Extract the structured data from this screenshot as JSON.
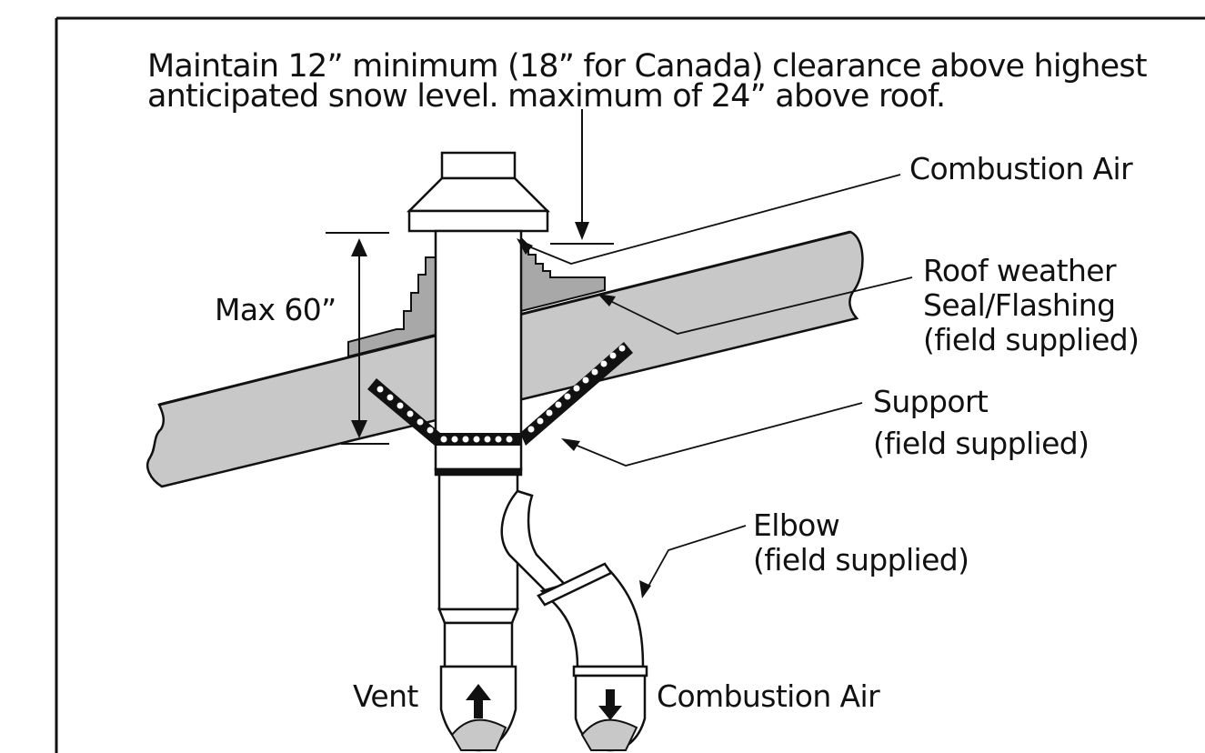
{
  "notes": {
    "clearance_line1": "Maintain 12” minimum (18” for Canada) clearance above highest",
    "clearance_line2": "anticipated snow level. maximum of 24” above roof."
  },
  "labels": {
    "combustion_air_top": "Combustion Air",
    "roof_seal_line1": "Roof weather",
    "roof_seal_line2": "Seal/Flashing",
    "roof_seal_line3": "(field supplied)",
    "support_line1": "Support",
    "support_line2": "(field supplied)",
    "elbow_line1": "Elbow",
    "elbow_line2": "(field supplied)",
    "max_height": "Max 60”",
    "vent": "Vent",
    "combustion_air_bottom": "Combustion Air"
  },
  "colors": {
    "ink": "#111111",
    "roof_fill": "#c8c8c8",
    "flashing_fill": "#a8a8a8",
    "background": "#ffffff"
  }
}
